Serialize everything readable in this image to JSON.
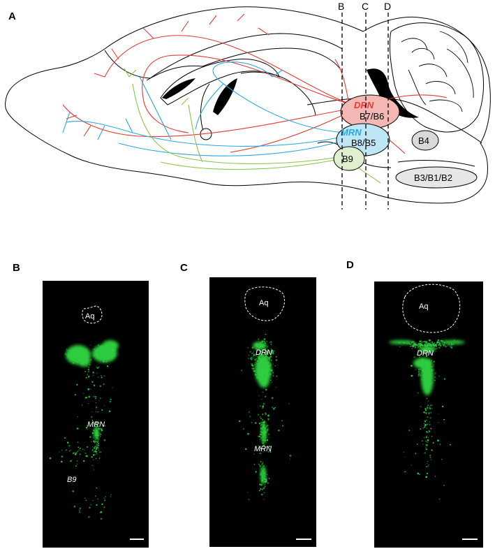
{
  "panels": {
    "a": "A",
    "b": "B",
    "c": "C",
    "d": "D"
  },
  "sections": {
    "b": "B",
    "c": "C",
    "d": "D"
  },
  "nuclei": {
    "drn": "DRN",
    "b7b6": "B7/B6",
    "mrn": "MRN",
    "b8b5": "B8/B5",
    "b9": "B9",
    "b4": "B4",
    "b3b1b2": "B3/B1/B2"
  },
  "micrographs": {
    "b": {
      "aq": "Aq",
      "mrn": "MRN",
      "b9": "B9"
    },
    "c": {
      "aq": "Aq",
      "drn": "DRN",
      "mrn": "MRN"
    },
    "d": {
      "aq": "Aq",
      "drn": "DRN"
    }
  },
  "colors": {
    "drn": "#e53935",
    "mrn": "#29a8e0",
    "b9": "#8bc34a",
    "signal": "#2ecc40",
    "background": "#000000"
  }
}
